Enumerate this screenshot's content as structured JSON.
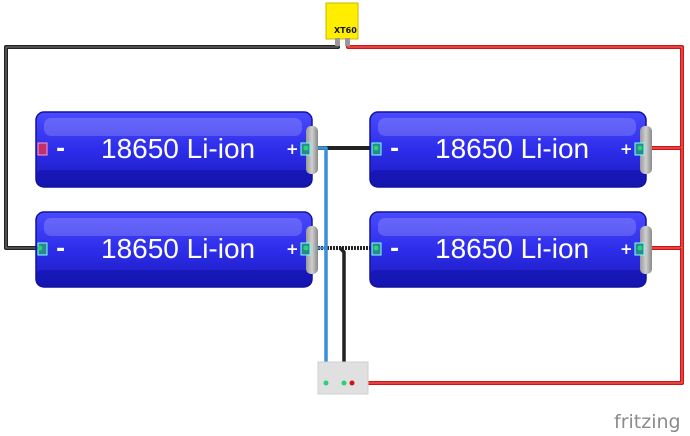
{
  "connector": {
    "label": "XT60"
  },
  "cells": [
    {
      "label": "18650 Li-ion",
      "neg": "-",
      "pos": "+"
    },
    {
      "label": "18650 Li-ion",
      "neg": "-",
      "pos": "+"
    },
    {
      "label": "18650 Li-ion",
      "neg": "-",
      "pos": "+"
    },
    {
      "label": "18650 Li-ion",
      "neg": "-",
      "pos": "+"
    }
  ],
  "brand": {
    "name": "fritzing"
  },
  "colors": {
    "wire_red": "#d11a1a",
    "wire_black": "#222222",
    "wire_blue": "#3a8fd8",
    "cell_body": "#2a2ae6",
    "connector": "#ffee00"
  }
}
